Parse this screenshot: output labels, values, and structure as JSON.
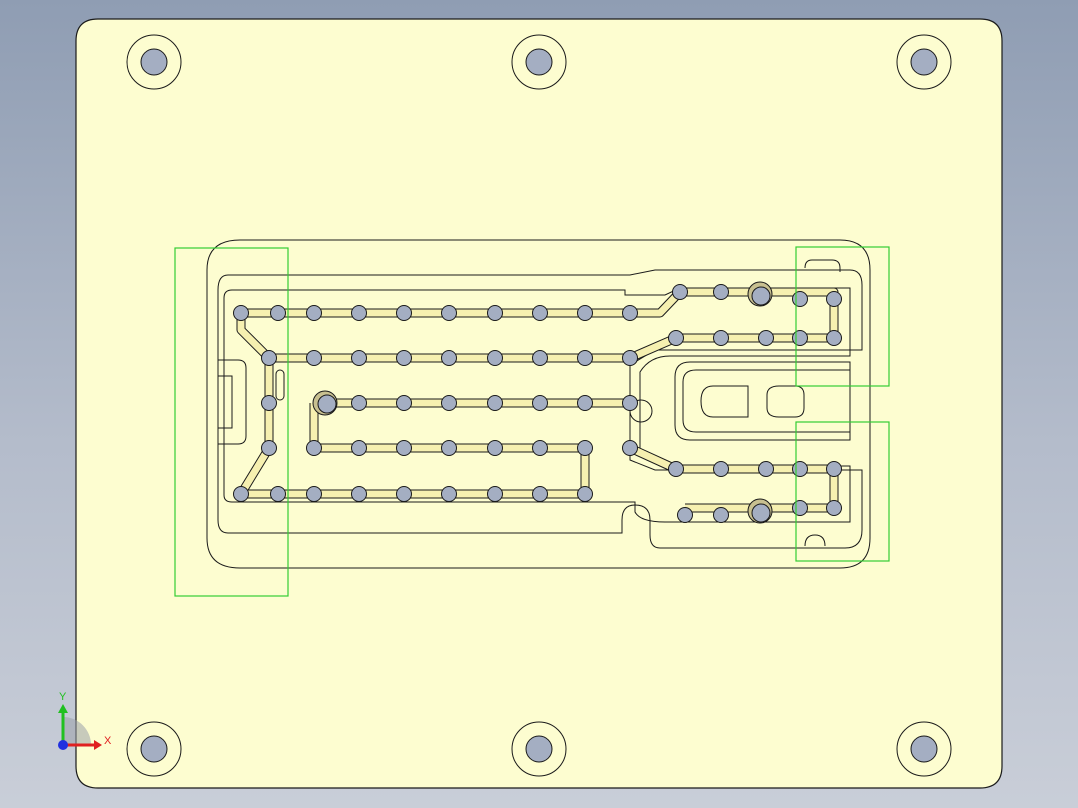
{
  "view": {
    "background_top": "#8f9db3",
    "background_bottom": "#c9ced8",
    "part_fill": "#fdfdd0",
    "channel_fill": "#f6f0b0",
    "outline_color": "#1a1a1a",
    "hole_fill": "#a4aec2",
    "selection_color": "#33cc33"
  },
  "triad": {
    "x_label": "X",
    "y_label": "Y",
    "x_color": "#e02020",
    "y_color": "#20c020",
    "z_color": "#2030e0",
    "icon": "axis-triad-icon"
  },
  "features": {
    "mounting_hole_count": 6,
    "ejector_point_rows": 5,
    "selection_boxes": 3
  }
}
